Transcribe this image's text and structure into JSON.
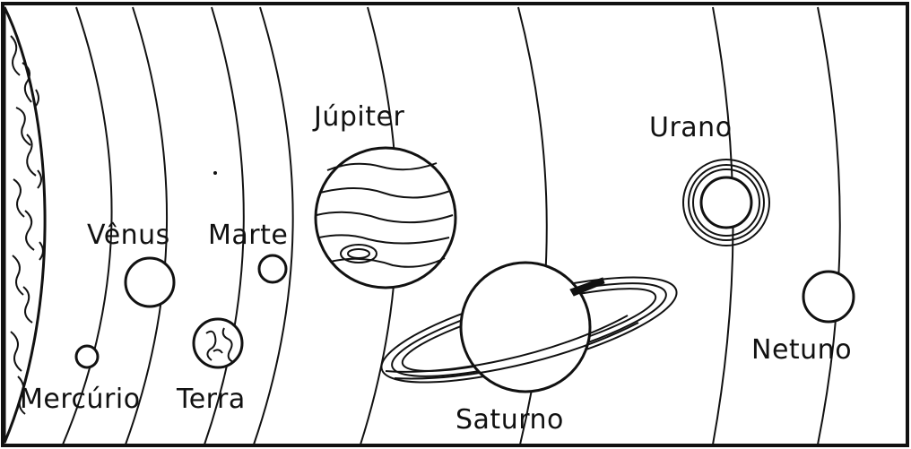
{
  "labels": {
    "mercurio": "Mercúrio",
    "venus": "Vênus",
    "terra": "Terra",
    "marte": "Marte",
    "jupiter": "Júpiter",
    "saturno": "Saturno",
    "urano": "Urano",
    "netuno": "Netuno"
  },
  "colors": {
    "ink": "#111111",
    "paper": "#ffffff"
  }
}
